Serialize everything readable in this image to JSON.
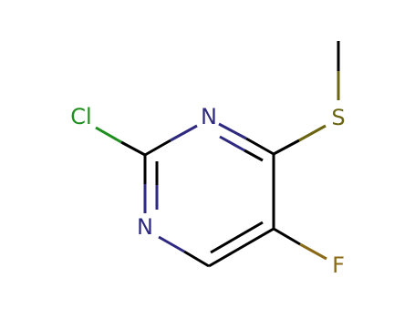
{
  "molecule": {
    "atoms": {
      "chlorine": {
        "label": "Cl",
        "color": "#1f8f1f"
      },
      "nitrogen_top": {
        "label": "N",
        "color": "#2e2a80"
      },
      "nitrogen_bottom": {
        "label": "N",
        "color": "#2e2a80"
      },
      "sulfur": {
        "label": "S",
        "color": "#6b6410"
      },
      "fluorine": {
        "label": "F",
        "color": "#8a6a16"
      }
    },
    "bond_color": "#000000"
  }
}
